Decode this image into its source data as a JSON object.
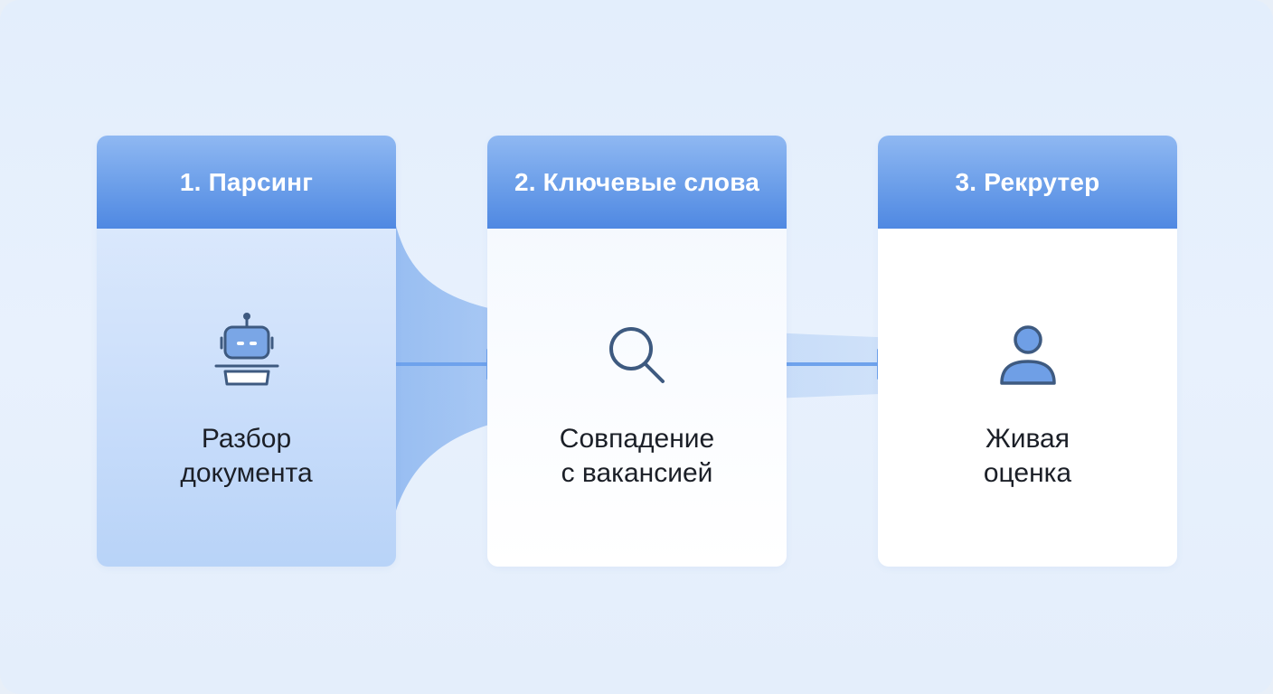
{
  "steps": [
    {
      "title": "1. Парсинг",
      "icon": "robot-icon",
      "description": [
        "Разбор",
        "документа"
      ]
    },
    {
      "title": "2. Ключевые слова",
      "icon": "magnifier-icon",
      "description": [
        "Совпадение",
        "с вакансией"
      ]
    },
    {
      "title": "3. Рекрутер",
      "icon": "person-icon",
      "description": [
        "Живая",
        "оценка"
      ]
    }
  ],
  "colors": {
    "header": "#5b93e6",
    "icon_stroke": "#3e5a80",
    "arrow": "#6ea2ec",
    "text": "#1b1f27"
  }
}
